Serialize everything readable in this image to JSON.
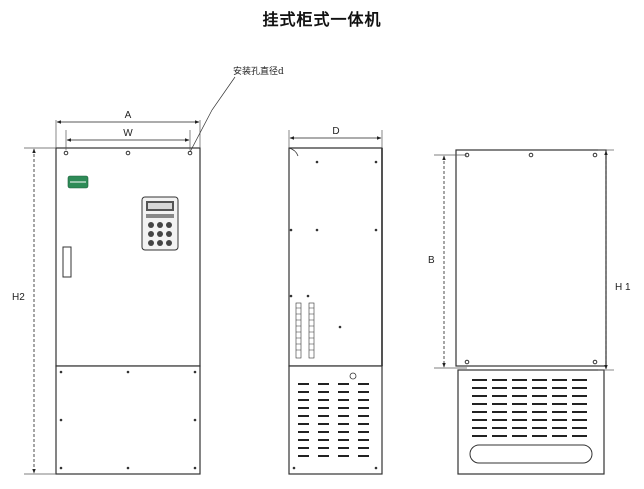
{
  "title": "挂式柜式一体机",
  "labels": {
    "hole_diameter": "安装孔直径d",
    "dim_a": "A",
    "dim_w": "W",
    "dim_d": "D",
    "dim_h2": "H2",
    "dim_b": "B",
    "dim_h1": "H 1"
  },
  "colors": {
    "line": "#333333",
    "fill": "#ffffff",
    "badge": "#2e8b57",
    "keypad": "#444444"
  }
}
